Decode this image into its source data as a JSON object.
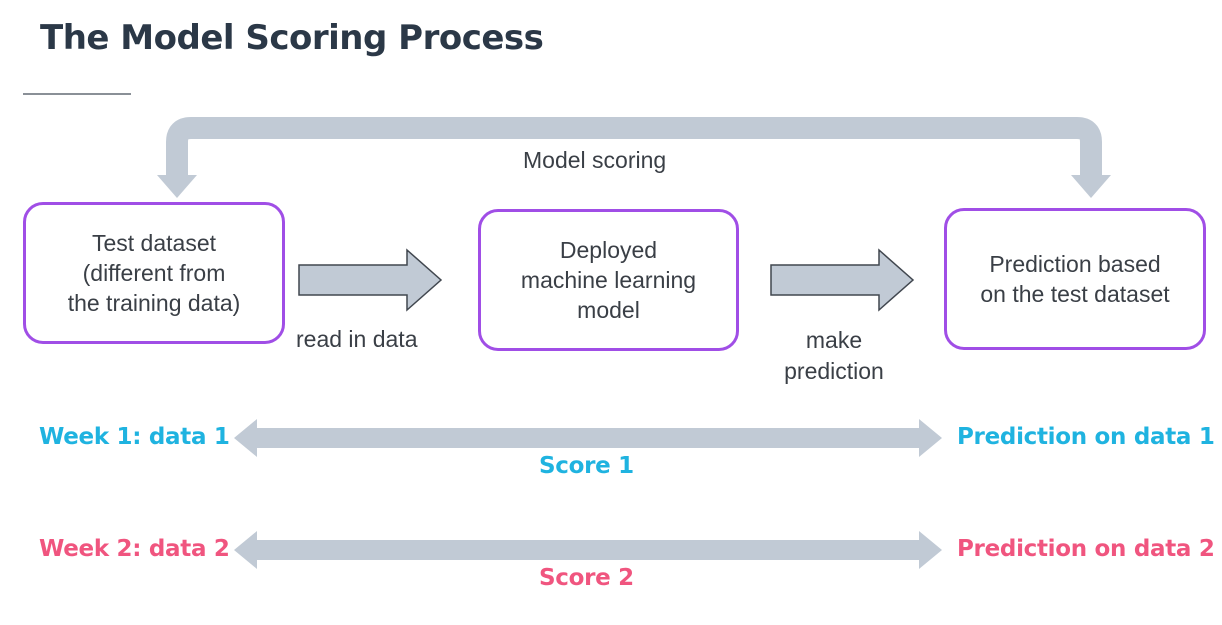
{
  "title": "The Model Scoring Process",
  "loop_label": "Model scoring",
  "boxes": [
    {
      "text": "Test dataset\n(different from\nthe training data)"
    },
    {
      "text": "Deployed\nmachine learning\nmodel"
    },
    {
      "text": "Prediction based\non the test dataset"
    }
  ],
  "arrows": [
    {
      "label": "read in data"
    },
    {
      "label": "make\nprediction"
    }
  ],
  "weeks": [
    {
      "left": "Week 1: data 1",
      "right": "Prediction on data 1",
      "score": "Score 1",
      "color": "#1fb3e0"
    },
    {
      "left": "Week 2: data 2",
      "right": "Prediction on data 2",
      "score": "Score 2",
      "color": "#f0557f"
    }
  ],
  "colors": {
    "box_border": "#a04ee6",
    "arrow_fill": "#c1cad5",
    "title": "#2b3847"
  }
}
